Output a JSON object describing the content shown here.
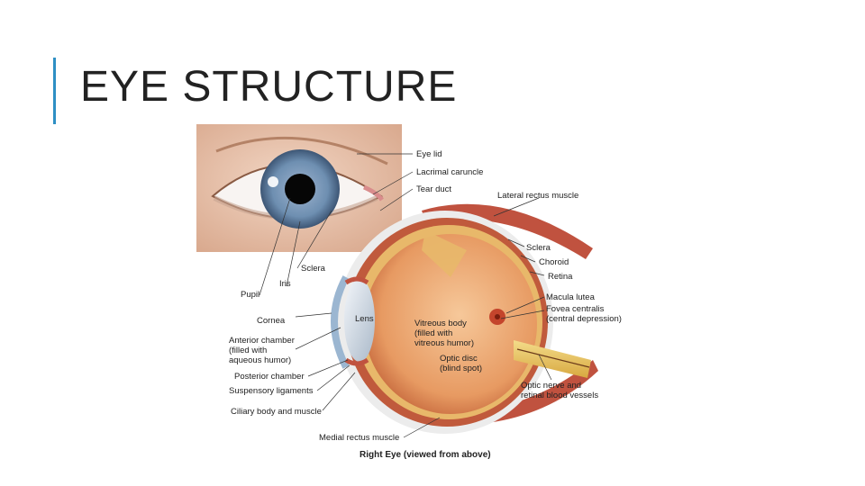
{
  "slide": {
    "title": "EYE STRUCTURE"
  },
  "colors": {
    "accent": "#2e8fc4",
    "iris": "#6e8fb1",
    "sclera_red": "#c0523f",
    "retina": "#e8b86a"
  },
  "labels": {
    "eye_lid": "Eye lid",
    "lacrimal": "Lacrimal caruncle",
    "tear_duct": "Tear duct",
    "lateral_rectus": "Lateral rectus muscle",
    "sclera_front": "Sclera",
    "iris": "Iris",
    "pupil": "Pupil",
    "cornea": "Cornea",
    "lens": "Lens",
    "anterior_1": "Anterior chamber",
    "anterior_2": "(filled with",
    "anterior_3": "aqueous humor)",
    "posterior": "Posterior chamber",
    "suspensory": "Suspensory ligaments",
    "ciliary": "Ciliary body and muscle",
    "medial_rectus": "Medial rectus muscle",
    "vitreous_1": "Vitreous body",
    "vitreous_2": "(filled with",
    "vitreous_3": "vitreous humor)",
    "optic_disc_1": "Optic disc",
    "optic_disc_2": "(blind spot)",
    "sclera": "Sclera",
    "choroid": "Choroid",
    "retina": "Retina",
    "macula": "Macula lutea",
    "fovea_1": "Fovea centralis",
    "fovea_2": "(central depression)",
    "optic_nerve_1": "Optic nerve and",
    "optic_nerve_2": "retinal blood vessels",
    "caption": "Right Eye (viewed from above)"
  }
}
